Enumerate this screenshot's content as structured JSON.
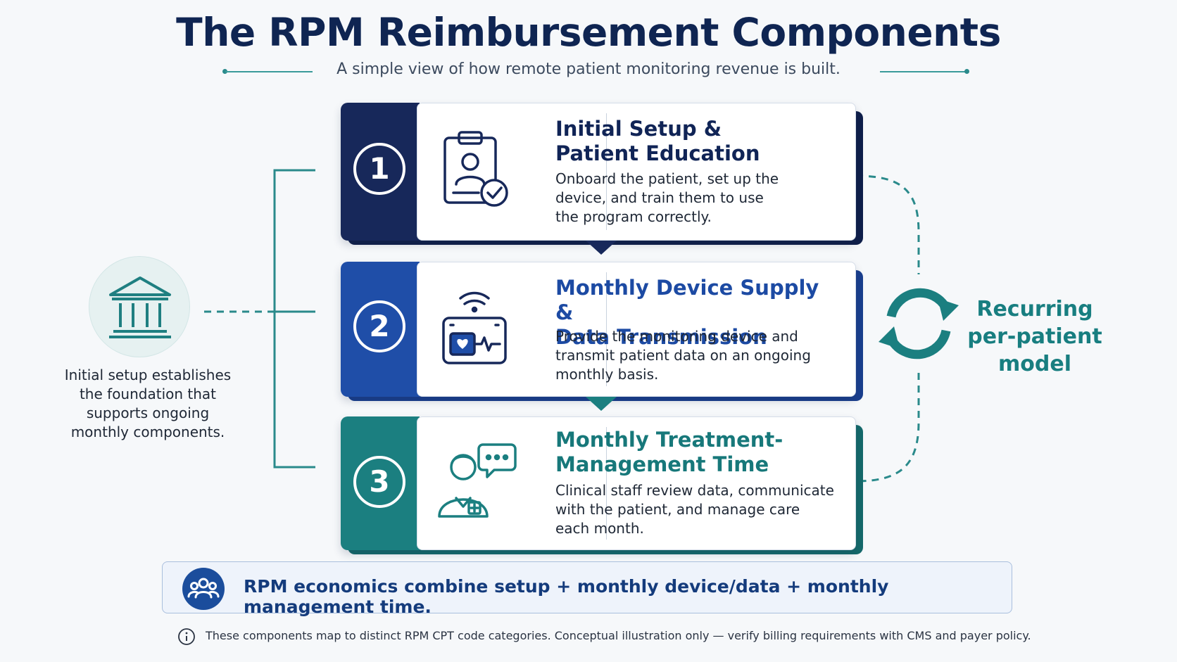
{
  "header": {
    "title": "The RPM Reimbursement Components",
    "subtitle": "A simple view of how remote patient monitoring revenue is built."
  },
  "steps": [
    {
      "number": "1",
      "title_line1": "Initial Setup &",
      "title_line2": "Patient Education",
      "desc_line1": "Onboard the patient, set up the",
      "desc_line2": "device, and train them to use",
      "desc_line3": "the program correctly.",
      "icon": "clipboard-check-icon",
      "color": "#17285a",
      "title_color": "#102456"
    },
    {
      "number": "2",
      "title_line1": "Monthly Device Supply &",
      "title_line2": "Data Transmission",
      "desc_line1": "Provide the monitoring device and",
      "desc_line2": "transmit patient data on an ongoing",
      "desc_line3": "monthly basis.",
      "icon": "wifi-monitor-icon",
      "color": "#1f4ea8",
      "title_color": "#1c4aa3"
    },
    {
      "number": "3",
      "title_line1": "Monthly Treatment-",
      "title_line2": "Management Time",
      "desc_line1": "Clinical staff review data, communicate",
      "desc_line2": "with the patient, and manage care",
      "desc_line3": "each month.",
      "icon": "clinician-chat-icon",
      "color": "#1b7f80",
      "title_color": "#17787a"
    }
  ],
  "left_note": {
    "line1": "Initial setup establishes",
    "line2": "the foundation that",
    "line3": "supports ongoing",
    "line4": "monthly components.",
    "icon": "bank-icon"
  },
  "recurring": {
    "line1": "Recurring",
    "line2": "per-patient",
    "line3": "model",
    "icon": "refresh-cycle-icon"
  },
  "banner": {
    "text": "RPM economics combine setup + monthly device/data + monthly management time.",
    "icon": "people-group-icon"
  },
  "footnote": {
    "text": "These components map to distinct RPM CPT code categories. Conceptual illustration only — verify billing requirements with CMS and payer policy.",
    "icon": "info-icon"
  }
}
